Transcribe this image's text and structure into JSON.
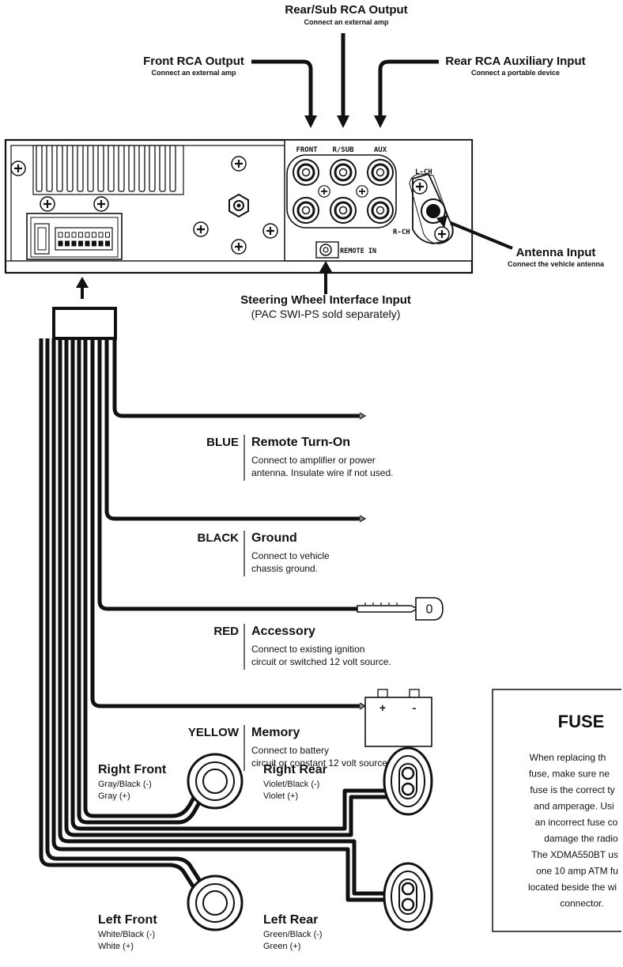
{
  "outputs": {
    "rear_sub": {
      "title": "Rear/Sub RCA Output",
      "subtitle": "Connect an external amp"
    },
    "front": {
      "title": "Front RCA Output",
      "subtitle": "Connect an external amp"
    },
    "rear_aux": {
      "title": "Rear RCA Auxiliary Input",
      "subtitle": "Connect a portable device"
    }
  },
  "rca_labels": {
    "front": "FRONT",
    "rsub": "R/SUB",
    "aux": "AUX",
    "lch": "L-CH",
    "rch": "R-CH",
    "remote": "REMOTE IN"
  },
  "antenna": {
    "title": "Antenna Input",
    "subtitle": "Connect the vehicle antenna"
  },
  "steering": {
    "title": "Steering Wheel Interface Input",
    "subtitle": "(PAC SWI-PS sold separately)"
  },
  "wires": [
    {
      "color": "BLUE",
      "title": "Remote Turn-On",
      "line1": "Connect to amplifier or power",
      "line2": "antenna. Insulate wire if not used."
    },
    {
      "color": "BLACK",
      "title": "Ground",
      "line1": "Connect to vehicle",
      "line2": "chassis ground."
    },
    {
      "color": "RED",
      "title": "Accessory",
      "line1": "Connect to existing ignition",
      "line2": "circuit or switched 12 volt source."
    },
    {
      "color": "YELLOW",
      "title": "Memory",
      "line1": "Connect to battery",
      "line2": "circuit or constant 12 volt source."
    }
  ],
  "battery": {
    "plus": "+",
    "minus": "-"
  },
  "speakers": {
    "right_front": {
      "title": "Right Front",
      "neg": "Gray/Black (-)",
      "pos": "Gray (+)"
    },
    "right_rear": {
      "title": "Right Rear",
      "neg": "Violet/Black (-)",
      "pos": "Violet (+)"
    },
    "left_front": {
      "title": "Left Front",
      "neg": "White/Black (-)",
      "pos": "White (+)"
    },
    "left_rear": {
      "title": "Left Rear",
      "neg": "Green/Black (-)",
      "pos": "Green (+)"
    }
  },
  "fuse": {
    "title": "FUSE",
    "lines": [
      "When replacing th",
      "fuse, make sure ne",
      "fuse is the correct ty",
      "and amperage. Usi",
      "an incorrect fuse co",
      "damage the radio",
      "The XDMA550BT us",
      "one 10 amp ATM fu",
      "located beside the wi",
      "connector."
    ]
  }
}
